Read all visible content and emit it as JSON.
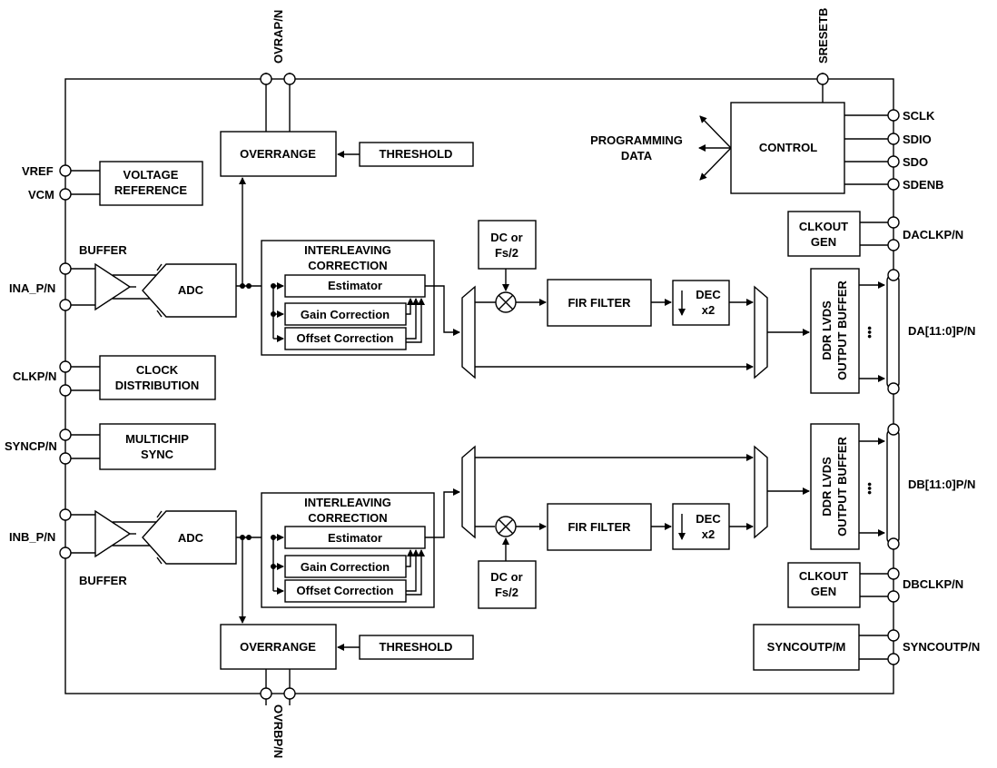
{
  "pins": {
    "ovrap": "OVRAP/N",
    "sresetb": "SRESETB",
    "ovrbp": "OVRBP/N",
    "vref": "VREF",
    "vcm": "VCM",
    "ina": "INA_P/N",
    "clkp": "CLKP/N",
    "syncp": "SYNCP/N",
    "inb": "INB_P/N",
    "sclk": "SCLK",
    "sdio": "SDIO",
    "sdo": "SDO",
    "sdenb": "SDENB",
    "daclk": "DACLKP/N",
    "da": "DA[11:0]P/N",
    "db": "DB[11:0]P/N",
    "dbclk": "DBCLKP/N",
    "syncout": "SYNCOUTP/N"
  },
  "blocks": {
    "overrange": "OVERRANGE",
    "threshold": "THRESHOLD",
    "voltage_reference": [
      "VOLTAGE",
      "REFERENCE"
    ],
    "buffer": "BUFFER",
    "adc": "ADC",
    "interleaving": [
      "INTERLEAVING",
      "CORRECTION"
    ],
    "estimator": "Estimator",
    "gain_correction": "Gain Correction",
    "offset_correction": "Offset Correction",
    "clock_distribution": [
      "CLOCK",
      "DISTRIBUTION"
    ],
    "multichip_sync": [
      "MULTICHIP",
      "SYNC"
    ],
    "dc_fs2": [
      "DC or",
      "Fs/2"
    ],
    "fir_filter": "FIR FILTER",
    "dec": [
      "DEC",
      "x2"
    ],
    "programming_data": [
      "PROGRAMMING",
      "DATA"
    ],
    "control": "CONTROL",
    "clkout_gen": [
      "CLKOUT",
      "GEN"
    ],
    "ddr_lvds": [
      "DDR LVDS",
      "OUTPUT BUFFER"
    ],
    "syncout_block": "SYNCOUTP/M",
    "ellipsis": "•••"
  }
}
